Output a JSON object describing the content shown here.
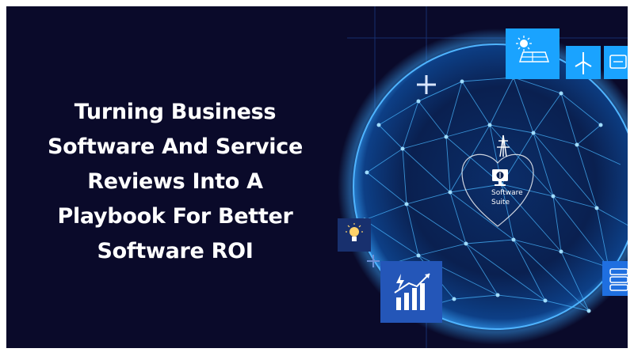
{
  "headline": {
    "lines": [
      "Turning Business",
      "Software And Service",
      "Reviews Into A",
      "Playbook For Better",
      "Software ROI"
    ]
  },
  "globe": {
    "center_label_line1": "Software",
    "center_label_line2": "Suite"
  },
  "icons": [
    "solar-panel-icon",
    "wind-turbine-icon",
    "battery-icon",
    "lightbulb-icon",
    "growth-chart-icon",
    "server-icon",
    "plus-icon",
    "power-tower-icon",
    "monitor-icon"
  ],
  "colors": {
    "background": "#0a0a2a",
    "globe_glow": "#3aa8ff",
    "tile_blue": "#1a9bff",
    "tile_dark": "#1f4fa8"
  }
}
